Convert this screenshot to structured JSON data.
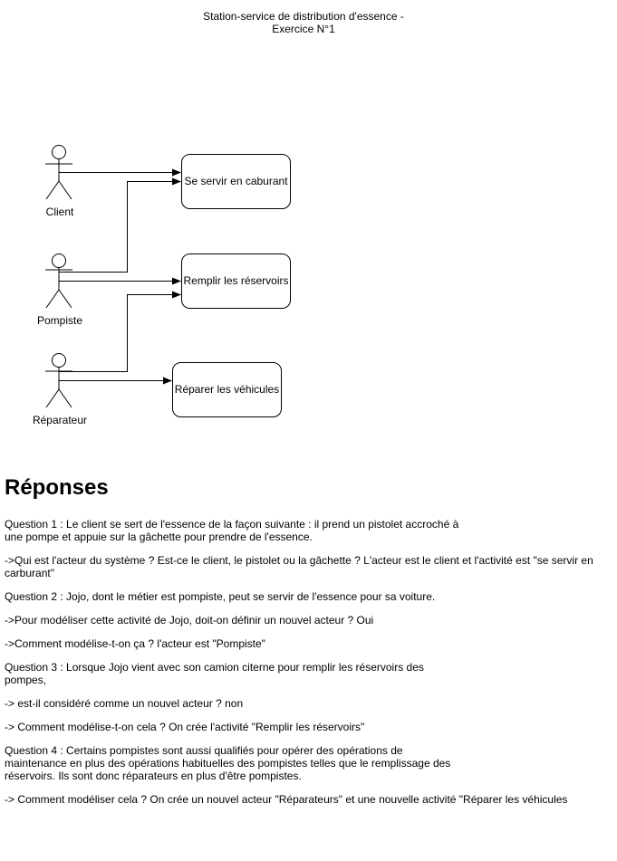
{
  "diagram": {
    "title_line1": "Station-service de distribution d'essence -",
    "title_line2": "Exercice N°1",
    "actors": [
      {
        "label": "Client"
      },
      {
        "label": "Pompiste"
      },
      {
        "label": "Réparateur"
      }
    ],
    "use_cases": [
      {
        "label": "Se servir en caburant"
      },
      {
        "label": "Remplir les réservoirs"
      },
      {
        "label": "Réparer les véhicules"
      }
    ]
  },
  "answers": {
    "heading": "Réponses",
    "paragraphs": [
      "Question 1 : Le client se sert de l'essence de la façon suivante : il prend un pistolet accroché à\nune pompe et appuie sur la gâchette pour prendre de l'essence.",
      "->Qui est l'acteur du système ? Est-ce le client, le pistolet ou la gâchette ? L'acteur est le client et l'activité est \"se servir en carburant\"",
      "Question 2 : Jojo, dont le métier est pompiste, peut se servir de l'essence pour sa voiture.",
      "->Pour modéliser cette activité de Jojo, doit-on définir un nouvel acteur ? Oui",
      "->Comment modélise-t-on ça ? l'acteur est \"Pompiste\"",
      "Question 3 : Lorsque Jojo vient avec son camion citerne pour remplir les réservoirs des\npompes,",
      "-> est-il considéré comme un nouvel acteur ? non",
      "-> Comment modélise-t-on cela ? On crée l'activité \"Remplir les réservoirs\"",
      "Question 4 : Certains pompistes sont aussi qualifiés pour opérer des opérations de\nmaintenance en plus des opérations habituelles des pompistes telles que le remplissage des\nréservoirs. Ils sont donc réparateurs en plus d'être pompistes.",
      "-> Comment modéliser cela ? On crée un nouvel acteur \"Réparateurs\" et une nouvelle activité \"Réparer les véhicules"
    ]
  }
}
